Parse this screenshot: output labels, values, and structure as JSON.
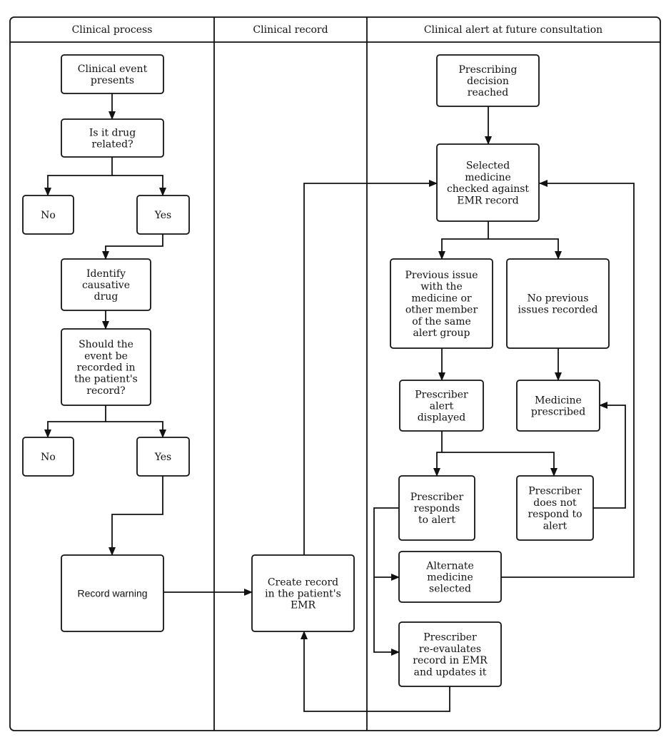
{
  "lanes": {
    "process": "Clinical process",
    "record": "Clinical record",
    "alert": "Clinical alert at future consultation"
  },
  "nodes": {
    "clinical_event": [
      "Clinical event",
      "presents"
    ],
    "drug_related": [
      "Is it drug",
      "related?"
    ],
    "no_1": [
      "No"
    ],
    "yes_1": [
      "Yes"
    ],
    "identify_drug": [
      "Identify",
      "causative",
      "drug"
    ],
    "should_record": [
      "Should the",
      "event be",
      "recorded in",
      "the patient's",
      "record?"
    ],
    "no_2": [
      "No"
    ],
    "yes_2": [
      "Yes"
    ],
    "record_warning": [
      "Record warning"
    ],
    "create_record": [
      "Create record",
      "in the patient's",
      "EMR"
    ],
    "prescribing_decision": [
      "Prescribing",
      "decision",
      "reached"
    ],
    "medicine_checked": [
      "Selected",
      "medicine",
      "checked against",
      "EMR record"
    ],
    "previous_issue": [
      "Previous issue",
      "with the",
      "medicine or",
      "other member",
      "of the same",
      "alert group"
    ],
    "no_previous": [
      "No previous",
      "issues recorded"
    ],
    "alert_displayed": [
      "Prescriber",
      "alert",
      "displayed"
    ],
    "medicine_prescribed": [
      "Medicine",
      "prescribed"
    ],
    "responds": [
      "Prescriber",
      "responds",
      "to alert"
    ],
    "not_respond": [
      "Prescriber",
      "does not",
      "respond to",
      "alert"
    ],
    "alternate": [
      "Alternate",
      "medicine",
      "selected"
    ],
    "reevaluates": [
      "Prescriber",
      "re-evaulates",
      "record in EMR",
      "and updates it"
    ]
  }
}
